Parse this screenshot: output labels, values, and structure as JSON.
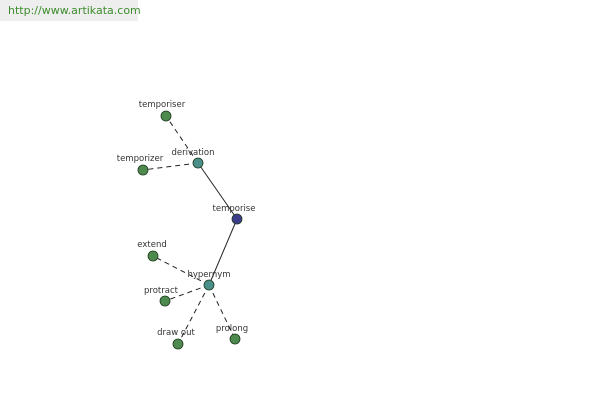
{
  "url_text": "http://www.artikata.com",
  "colors": {
    "leaf": "#4e8a4e",
    "relation": "#4a8f8a",
    "root": "#3c3c8c",
    "edge": "#222222",
    "url": "#3c8c2c"
  },
  "nodes": {
    "temporise": {
      "label": "temporise",
      "kind": "root"
    },
    "derivation": {
      "label": "derivation",
      "kind": "relation"
    },
    "hypernym": {
      "label": "hypernym",
      "kind": "relation"
    },
    "temporiser": {
      "label": "temporiser",
      "kind": "leaf"
    },
    "temporizer": {
      "label": "temporizer",
      "kind": "leaf"
    },
    "extend": {
      "label": "extend",
      "kind": "leaf"
    },
    "protract": {
      "label": "protract",
      "kind": "leaf"
    },
    "draw_out": {
      "label": "draw out",
      "kind": "leaf"
    },
    "prolong": {
      "label": "prolong",
      "kind": "leaf"
    }
  },
  "edges": [
    {
      "from": "temporise",
      "to": "derivation",
      "style": "solid"
    },
    {
      "from": "temporise",
      "to": "hypernym",
      "style": "solid"
    },
    {
      "from": "derivation",
      "to": "temporiser",
      "style": "dashed"
    },
    {
      "from": "derivation",
      "to": "temporizer",
      "style": "dashed"
    },
    {
      "from": "hypernym",
      "to": "extend",
      "style": "dashed"
    },
    {
      "from": "hypernym",
      "to": "protract",
      "style": "dashed"
    },
    {
      "from": "hypernym",
      "to": "draw_out",
      "style": "dashed"
    },
    {
      "from": "hypernym",
      "to": "prolong",
      "style": "dashed"
    }
  ]
}
